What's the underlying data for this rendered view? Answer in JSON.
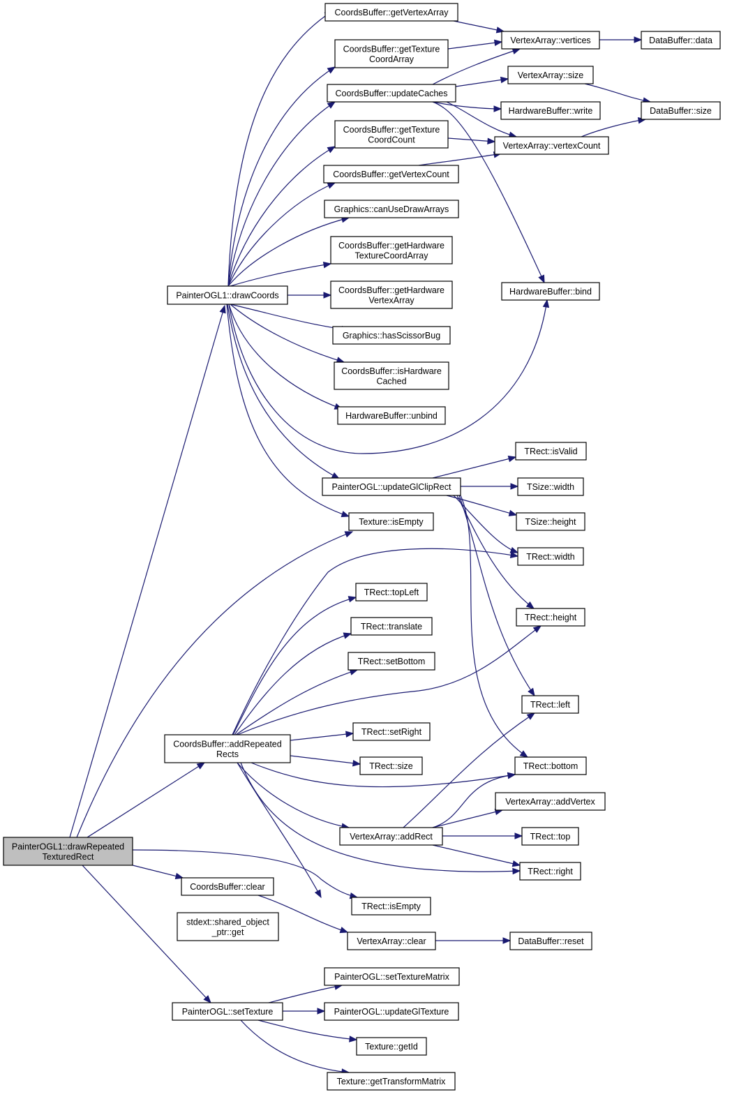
{
  "diagram": {
    "type": "call-graph",
    "root": "drawRepeatedTexturedRect",
    "nodes": [
      {
        "id": "drawRepeatedTexturedRect",
        "lines": [
          "PainterOGL1::drawRepeated",
          "TexturedRect"
        ],
        "root": true
      },
      {
        "id": "drawCoords",
        "lines": [
          "PainterOGL1::drawCoords"
        ]
      },
      {
        "id": "addRepeatedRects",
        "lines": [
          "CoordsBuffer::addRepeated",
          "Rects"
        ]
      },
      {
        "id": "cbClear",
        "lines": [
          "CoordsBuffer::clear"
        ]
      },
      {
        "id": "sharedGet",
        "lines": [
          "stdext::shared_object",
          "_ptr::get"
        ]
      },
      {
        "id": "setTexture",
        "lines": [
          "PainterOGL::setTexture"
        ]
      },
      {
        "id": "getVertexArray",
        "lines": [
          "CoordsBuffer::getVertexArray"
        ]
      },
      {
        "id": "getTextureCoordArray",
        "lines": [
          "CoordsBuffer::getTexture",
          "CoordArray"
        ]
      },
      {
        "id": "updateCaches",
        "lines": [
          "CoordsBuffer::updateCaches"
        ]
      },
      {
        "id": "getTextureCoordCount",
        "lines": [
          "CoordsBuffer::getTexture",
          "CoordCount"
        ]
      },
      {
        "id": "getVertexCount",
        "lines": [
          "CoordsBuffer::getVertexCount"
        ]
      },
      {
        "id": "canUseDrawArrays",
        "lines": [
          "Graphics::canUseDrawArrays"
        ]
      },
      {
        "id": "getHwTexCoordArray",
        "lines": [
          "CoordsBuffer::getHardware",
          "TextureCoordArray"
        ]
      },
      {
        "id": "getHwVertexArray",
        "lines": [
          "CoordsBuffer::getHardware",
          "VertexArray"
        ]
      },
      {
        "id": "hasScissorBug",
        "lines": [
          "Graphics::hasScissorBug"
        ]
      },
      {
        "id": "isHardwareCached",
        "lines": [
          "CoordsBuffer::isHardware",
          "Cached"
        ]
      },
      {
        "id": "hwUnbind",
        "lines": [
          "HardwareBuffer::unbind"
        ]
      },
      {
        "id": "updateGlClipRect",
        "lines": [
          "PainterOGL::updateGlClipRect"
        ]
      },
      {
        "id": "textureIsEmpty",
        "lines": [
          "Texture::isEmpty"
        ]
      },
      {
        "id": "topLeft",
        "lines": [
          "TRect::topLeft"
        ]
      },
      {
        "id": "translate",
        "lines": [
          "TRect::translate"
        ]
      },
      {
        "id": "setBottom",
        "lines": [
          "TRect::setBottom"
        ]
      },
      {
        "id": "setRight",
        "lines": [
          "TRect::setRight"
        ]
      },
      {
        "id": "rectSize",
        "lines": [
          "TRect::size"
        ]
      },
      {
        "id": "addRect",
        "lines": [
          "VertexArray::addRect"
        ]
      },
      {
        "id": "rectIsEmpty",
        "lines": [
          "TRect::isEmpty"
        ]
      },
      {
        "id": "vaClear",
        "lines": [
          "VertexArray::clear"
        ]
      },
      {
        "id": "setTextureMatrix",
        "lines": [
          "PainterOGL::setTextureMatrix"
        ]
      },
      {
        "id": "updateGlTexture",
        "lines": [
          "PainterOGL::updateGlTexture"
        ]
      },
      {
        "id": "getId",
        "lines": [
          "Texture::getId"
        ]
      },
      {
        "id": "getTransformMatrix",
        "lines": [
          "Texture::getTransformMatrix"
        ]
      },
      {
        "id": "vaVertices",
        "lines": [
          "VertexArray::vertices"
        ]
      },
      {
        "id": "vaSize",
        "lines": [
          "VertexArray::size"
        ]
      },
      {
        "id": "hwWrite",
        "lines": [
          "HardwareBuffer::write"
        ]
      },
      {
        "id": "vaVertexCount",
        "lines": [
          "VertexArray::vertexCount"
        ]
      },
      {
        "id": "hwBind",
        "lines": [
          "HardwareBuffer::bind"
        ]
      },
      {
        "id": "isValid",
        "lines": [
          "TRect::isValid"
        ]
      },
      {
        "id": "tsWidth",
        "lines": [
          "TSize::width"
        ]
      },
      {
        "id": "tsHeight",
        "lines": [
          "TSize::height"
        ]
      },
      {
        "id": "trWidth",
        "lines": [
          "TRect::width"
        ]
      },
      {
        "id": "trHeight",
        "lines": [
          "TRect::height"
        ]
      },
      {
        "id": "trLeft",
        "lines": [
          "TRect::left"
        ]
      },
      {
        "id": "trBottom",
        "lines": [
          "TRect::bottom"
        ]
      },
      {
        "id": "addVertex",
        "lines": [
          "VertexArray::addVertex"
        ]
      },
      {
        "id": "trTop",
        "lines": [
          "TRect::top"
        ]
      },
      {
        "id": "trRight",
        "lines": [
          "TRect::right"
        ]
      },
      {
        "id": "dbReset",
        "lines": [
          "DataBuffer::reset"
        ]
      },
      {
        "id": "dbData",
        "lines": [
          "DataBuffer::data"
        ]
      },
      {
        "id": "dbSize",
        "lines": [
          "DataBuffer::size"
        ]
      }
    ],
    "edges": [
      [
        "drawRepeatedTexturedRect",
        "drawCoords"
      ],
      [
        "drawRepeatedTexturedRect",
        "textureIsEmpty"
      ],
      [
        "drawRepeatedTexturedRect",
        "addRepeatedRects"
      ],
      [
        "drawRepeatedTexturedRect",
        "cbClear"
      ],
      [
        "drawRepeatedTexturedRect",
        "rectIsEmpty"
      ],
      [
        "drawRepeatedTexturedRect",
        "setTexture"
      ],
      [
        "drawCoords",
        "getVertexArray"
      ],
      [
        "drawCoords",
        "getTextureCoordArray"
      ],
      [
        "drawCoords",
        "updateCaches"
      ],
      [
        "drawCoords",
        "getTextureCoordCount"
      ],
      [
        "drawCoords",
        "getVertexCount"
      ],
      [
        "drawCoords",
        "canUseDrawArrays"
      ],
      [
        "drawCoords",
        "getHwTexCoordArray"
      ],
      [
        "drawCoords",
        "getHwVertexArray"
      ],
      [
        "drawCoords",
        "hasScissorBug"
      ],
      [
        "drawCoords",
        "isHardwareCached"
      ],
      [
        "drawCoords",
        "hwUnbind"
      ],
      [
        "drawCoords",
        "hwBind"
      ],
      [
        "drawCoords",
        "updateGlClipRect"
      ],
      [
        "drawCoords",
        "textureIsEmpty"
      ],
      [
        "getVertexArray",
        "vaVertices"
      ],
      [
        "getTextureCoordArray",
        "vaVertices"
      ],
      [
        "updateCaches",
        "vaVertices"
      ],
      [
        "updateCaches",
        "vaSize"
      ],
      [
        "updateCaches",
        "hwWrite"
      ],
      [
        "updateCaches",
        "vaVertexCount"
      ],
      [
        "updateCaches",
        "hwBind"
      ],
      [
        "getTextureCoordCount",
        "vaVertexCount"
      ],
      [
        "getVertexCount",
        "vaVertexCount"
      ],
      [
        "vaVertices",
        "dbData"
      ],
      [
        "vaSize",
        "dbSize"
      ],
      [
        "vaVertexCount",
        "dbSize"
      ],
      [
        "updateGlClipRect",
        "isValid"
      ],
      [
        "updateGlClipRect",
        "tsWidth"
      ],
      [
        "updateGlClipRect",
        "tsHeight"
      ],
      [
        "updateGlClipRect",
        "trWidth"
      ],
      [
        "updateGlClipRect",
        "trHeight"
      ],
      [
        "updateGlClipRect",
        "trLeft"
      ],
      [
        "updateGlClipRect",
        "trBottom"
      ],
      [
        "addRepeatedRects",
        "trWidth"
      ],
      [
        "addRepeatedRects",
        "topLeft"
      ],
      [
        "addRepeatedRects",
        "translate"
      ],
      [
        "addRepeatedRects",
        "setBottom"
      ],
      [
        "addRepeatedRects",
        "trHeight"
      ],
      [
        "addRepeatedRects",
        "setRight"
      ],
      [
        "addRepeatedRects",
        "rectSize"
      ],
      [
        "addRepeatedRects",
        "trBottom"
      ],
      [
        "addRepeatedRects",
        "addRect"
      ],
      [
        "addRepeatedRects",
        "trRight"
      ],
      [
        "addRepeatedRects",
        "rectIsEmpty"
      ],
      [
        "addRect",
        "trLeft"
      ],
      [
        "addRect",
        "trBottom"
      ],
      [
        "addRect",
        "addVertex"
      ],
      [
        "addRect",
        "trTop"
      ],
      [
        "addRect",
        "trRight"
      ],
      [
        "cbClear",
        "vaClear"
      ],
      [
        "vaClear",
        "dbReset"
      ],
      [
        "setTexture",
        "setTextureMatrix"
      ],
      [
        "setTexture",
        "updateGlTexture"
      ],
      [
        "setTexture",
        "getId"
      ],
      [
        "setTexture",
        "getTransformMatrix"
      ]
    ]
  }
}
